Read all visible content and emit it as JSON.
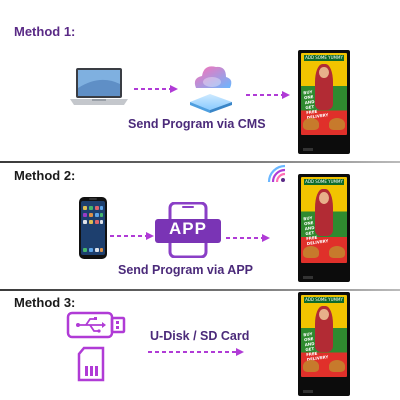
{
  "methods": [
    {
      "title": "Method 1:",
      "caption": "Send Program via CMS"
    },
    {
      "title": "Method 2:",
      "caption": "Send Program via APP",
      "app_label": "APP"
    },
    {
      "title": "Method 3:",
      "caption": "U-Disk / SD Card"
    }
  ],
  "screen": {
    "tag_text": "ADD SOME YUMMY",
    "promo_text": "BUY ONE AND GET FREE DELIVERY"
  },
  "colors": {
    "purple": "#5a2a86",
    "magenta": "#b03bd6",
    "cloud_pink": "#ff6fb5",
    "cloud_blue": "#6ab7ff",
    "divider": "#3a3a3a"
  },
  "icons": [
    "laptop-icon",
    "cloud-icon",
    "smartphone-icon",
    "app-icon",
    "wifi-icon",
    "usb-icon",
    "sd-card-icon"
  ]
}
